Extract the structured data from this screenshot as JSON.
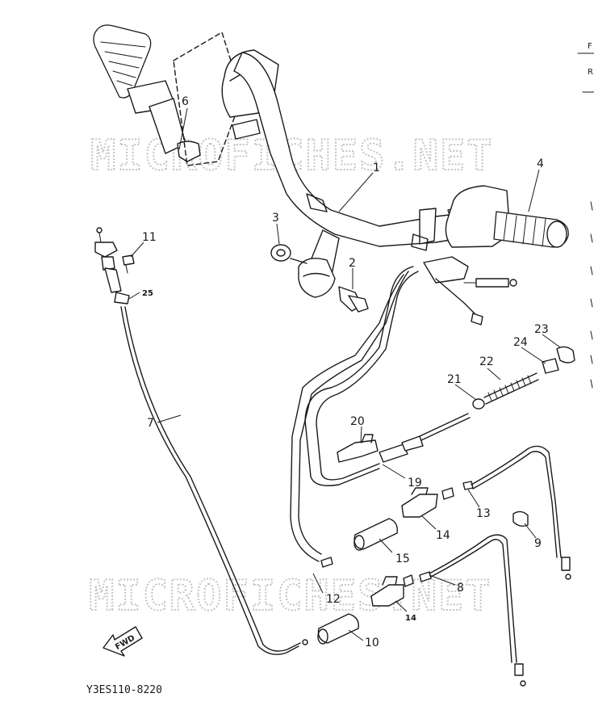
{
  "watermark": "MICROFICHES.NET",
  "diagram_code": "Y3ES110-8220",
  "fwd_label": "FWD",
  "edge_text": [
    "F",
    "R"
  ],
  "callouts": [
    {
      "id": "c1",
      "label": "1"
    },
    {
      "id": "c2",
      "label": "2"
    },
    {
      "id": "c3",
      "label": "3"
    },
    {
      "id": "c4",
      "label": "4"
    },
    {
      "id": "c6",
      "label": "6"
    },
    {
      "id": "c7",
      "label": "7"
    },
    {
      "id": "c8",
      "label": "8"
    },
    {
      "id": "c9",
      "label": "9"
    },
    {
      "id": "c10",
      "label": "10"
    },
    {
      "id": "c11",
      "label": "11"
    },
    {
      "id": "c12",
      "label": "12"
    },
    {
      "id": "c13",
      "label": "13"
    },
    {
      "id": "c14a",
      "label": "14"
    },
    {
      "id": "c14b",
      "label": "14"
    },
    {
      "id": "c15",
      "label": "15"
    },
    {
      "id": "c19",
      "label": "19"
    },
    {
      "id": "c20",
      "label": "20"
    },
    {
      "id": "c21",
      "label": "21"
    },
    {
      "id": "c22",
      "label": "22"
    },
    {
      "id": "c23",
      "label": "23"
    },
    {
      "id": "c24",
      "label": "24"
    },
    {
      "id": "c25",
      "label": "25"
    }
  ]
}
